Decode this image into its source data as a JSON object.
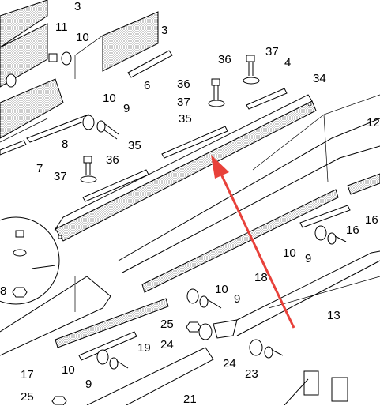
{
  "diagram": {
    "type": "exploded-parts-drawing",
    "callouts": [
      "3",
      "3",
      "11",
      "10",
      "36",
      "37",
      "4",
      "34",
      "36",
      "37",
      "6",
      "12",
      "10",
      "9",
      "35",
      "8",
      "35",
      "36",
      "37",
      "7",
      "16",
      "16",
      "10",
      "9",
      "18",
      "10",
      "9",
      "13",
      "25",
      "24",
      "19",
      "24",
      "23",
      "17",
      "10",
      "9",
      "25",
      "21",
      "8"
    ],
    "arrow_color": "#e8413a"
  }
}
